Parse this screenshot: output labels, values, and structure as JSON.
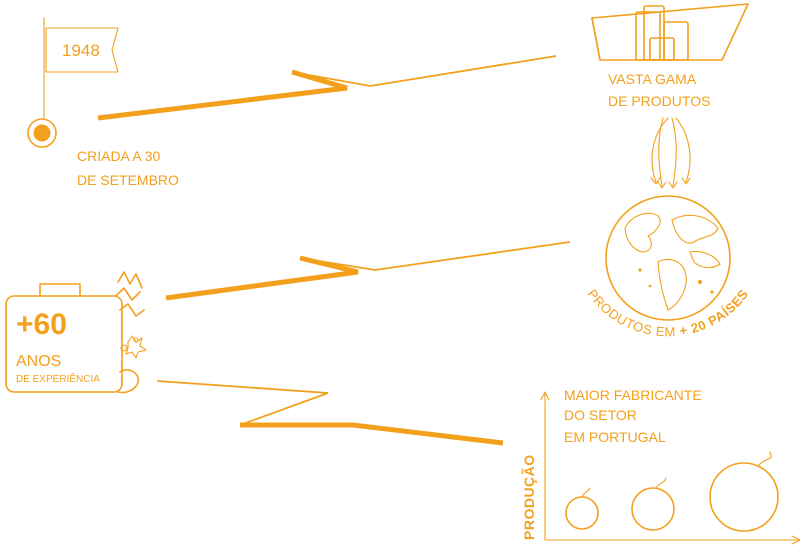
{
  "colors": {
    "accent": "#f3a01c",
    "background": "#ffffff"
  },
  "founding": {
    "year": "1948",
    "line1": "CRIADA A 30",
    "line2": "DE SETEMBRO",
    "icons": [
      "flag-icon",
      "target-dot-icon"
    ]
  },
  "products": {
    "line1": "VASTA GAMA",
    "line2": "DE PRODUTOS",
    "icons": [
      "product-boxes-icon",
      "arrows-down-icon"
    ]
  },
  "countries": {
    "prefix": "PRODUTOS EM",
    "highlight": "+ 20 PAÍSES",
    "icons": [
      "globe-icon"
    ]
  },
  "experience": {
    "number": "+60",
    "line1": "ANOS",
    "line2": "DE EXPERIÊNCIA",
    "icons": [
      "toolbox-icon",
      "sparkle-icon"
    ]
  },
  "manufacturer": {
    "line1": "MAIOR FABRICANTE",
    "line2": "DO SETOR",
    "line3": "EM PORTUGAL",
    "axis_label": "PRODUÇÃO",
    "icons": [
      "bomb-small-icon",
      "bomb-medium-icon",
      "bomb-large-icon"
    ]
  }
}
